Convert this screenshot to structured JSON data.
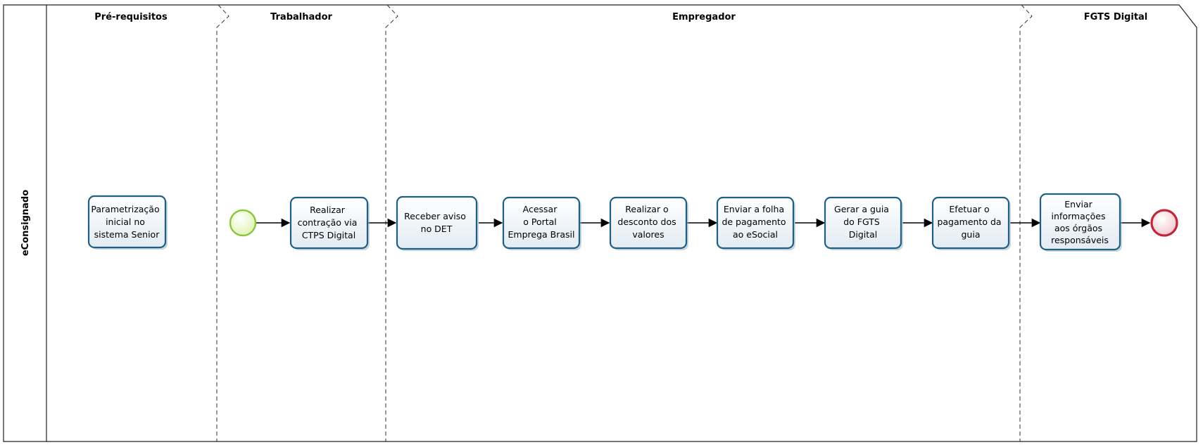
{
  "pool": {
    "label": "eConsignado"
  },
  "lanes": [
    {
      "id": "pre",
      "title": "Pré-requisitos"
    },
    {
      "id": "trab",
      "title": "Trabalhador"
    },
    {
      "id": "emp",
      "title": "Empregador"
    },
    {
      "id": "fgts",
      "title": "FGTS Digital"
    }
  ],
  "tasks": [
    {
      "id": "t0",
      "lines": [
        "Parametrização",
        "inicial no",
        "sistema Senior"
      ]
    },
    {
      "id": "t1",
      "lines": [
        "Realizar",
        "contração via",
        "CTPS Digital"
      ]
    },
    {
      "id": "t2",
      "lines": [
        "Receber aviso",
        "no DET"
      ]
    },
    {
      "id": "t3",
      "lines": [
        "Acessar",
        "o Portal",
        "Emprega Brasil"
      ]
    },
    {
      "id": "t4",
      "lines": [
        "Realizar o",
        "desconto dos",
        "valores"
      ]
    },
    {
      "id": "t5",
      "lines": [
        "Enviar a folha",
        "de pagamento",
        "ao eSocial"
      ]
    },
    {
      "id": "t6",
      "lines": [
        "Gerar a guia",
        "do FGTS",
        "Digital"
      ]
    },
    {
      "id": "t7",
      "lines": [
        "Efetuar o",
        "pagamento da",
        "guia"
      ]
    },
    {
      "id": "t8",
      "lines": [
        "Enviar",
        "informações",
        "aos órgãos",
        "responsáveis"
      ]
    }
  ],
  "events": {
    "start": {
      "color": "#8cc63f"
    },
    "end": {
      "color": "#c0283a"
    }
  },
  "colors": {
    "task_border": "#1f5f86",
    "task_fill_top": "#ffffff",
    "task_fill_bottom": "#e3ebf3"
  }
}
